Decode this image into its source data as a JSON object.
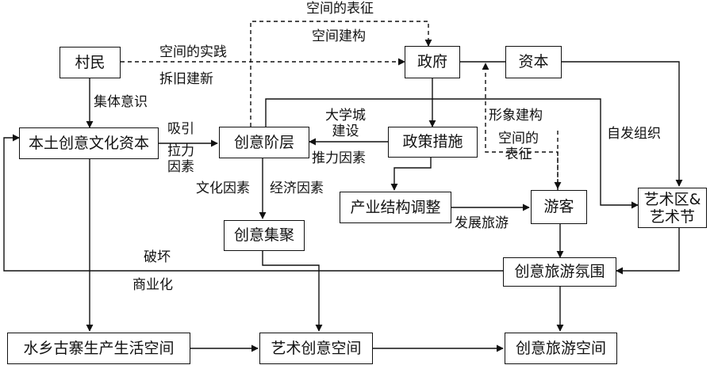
{
  "nodes": {
    "villagers": "村民",
    "government": "政府",
    "capital": "资本",
    "local_cultural_capital": "本土创意文化资本",
    "creative_class": "创意阶层",
    "policy_measures": "政策措施",
    "industrial_restructuring": "产业结构调整",
    "tourists": "游客",
    "art_zone_festival": "艺术区&\n艺术节",
    "creative_cluster": "创意集聚",
    "creative_tourism_atmosphere": "创意旅游氛围",
    "water_village_space": "水乡古寨生产生活空间",
    "art_creative_space": "艺术创意空间",
    "creative_tourism_space": "创意旅游空间"
  },
  "labels": {
    "representation_of_space_top": "空间的表征",
    "spatial_construction": "空间建构",
    "spatial_practice": "空间的实践",
    "demolish_and_rebuild": "拆旧建新",
    "collective_consciousness": "集体意识",
    "attract": "吸引",
    "pull_factor": "拉力\n因素",
    "university_town": "大学城\n建设",
    "push_factor": "推力因素",
    "image_construction": "形象建构",
    "representation_of_space_mid": "空间的\n表征",
    "spontaneous_organization": "自发组织",
    "cultural_factor": "文化因素",
    "economic_factor": "经济因素",
    "develop_tourism": "发展旅游",
    "destruction": "破坏",
    "commercialization": "商业化"
  }
}
